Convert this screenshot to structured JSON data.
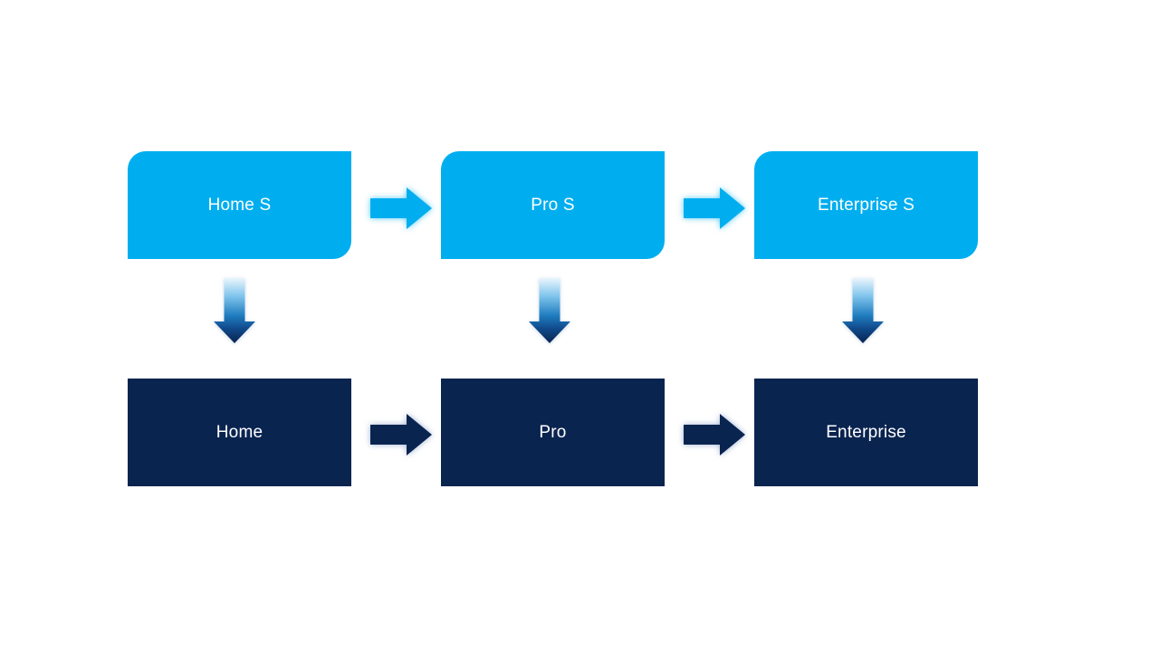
{
  "diagram": {
    "type": "process-upgrade-flow",
    "columns": [
      {
        "top_label": "Home S",
        "bottom_label": "Home"
      },
      {
        "top_label": "Pro S",
        "bottom_label": "Pro"
      },
      {
        "top_label": "Enterprise S",
        "bottom_label": "Enterprise"
      }
    ],
    "connectors": {
      "top_row": "right-block-arrow",
      "bottom_row": "right-block-arrow",
      "between_rows": "down-block-arrow"
    },
    "colors": {
      "top_box_fill": "#00AEEF",
      "bottom_box_fill": "#0A2450",
      "label_text": "#FFFFFF",
      "top_arrow_fill": "#00AEEF",
      "bottom_arrow_fill": "#0A2450",
      "down_arrow_gradient": [
        "#EAF6FD",
        "#7FC4EC",
        "#1E7CBE",
        "#0A2450"
      ],
      "background": "#FFFFFF"
    }
  }
}
